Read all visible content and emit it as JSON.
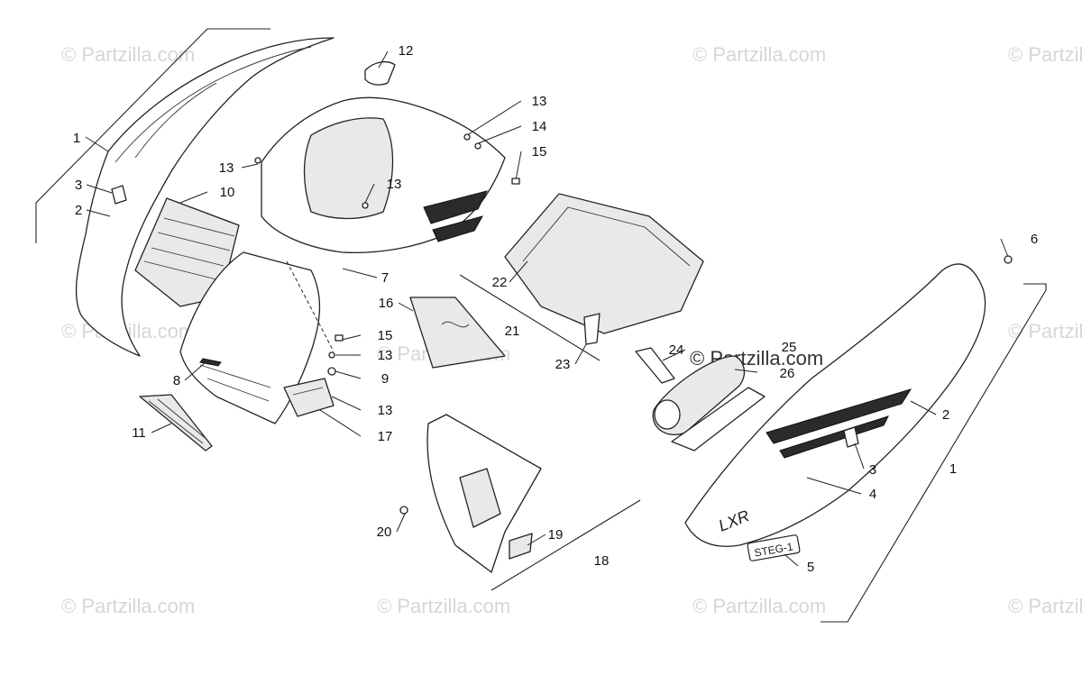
{
  "watermark": {
    "text": "© Partzilla.com",
    "center_text": "© Partzilla.com"
  },
  "callouts": {
    "c1_left": "1",
    "c2_left": "2",
    "c3_left": "3",
    "c10": "10",
    "c12": "12",
    "c13_a": "13",
    "c13_b": "13",
    "c13_c": "13",
    "c13_d": "13",
    "c13_e": "13",
    "c14": "14",
    "c15_a": "15",
    "c15_b": "15",
    "c7": "7",
    "c8": "8",
    "c9": "9",
    "c11": "11",
    "c16": "16",
    "c17": "17",
    "c21": "21",
    "c22": "22",
    "c23": "23",
    "c24": "24",
    "c25": "25",
    "c26": "26",
    "c6": "6",
    "c2_right": "2",
    "c1_right": "1",
    "c3_right": "3",
    "c4": "4",
    "c5": "5",
    "c18": "18",
    "c19": "19",
    "c20": "20"
  },
  "decals": {
    "model": "LXR",
    "badge": "STEG-1"
  }
}
